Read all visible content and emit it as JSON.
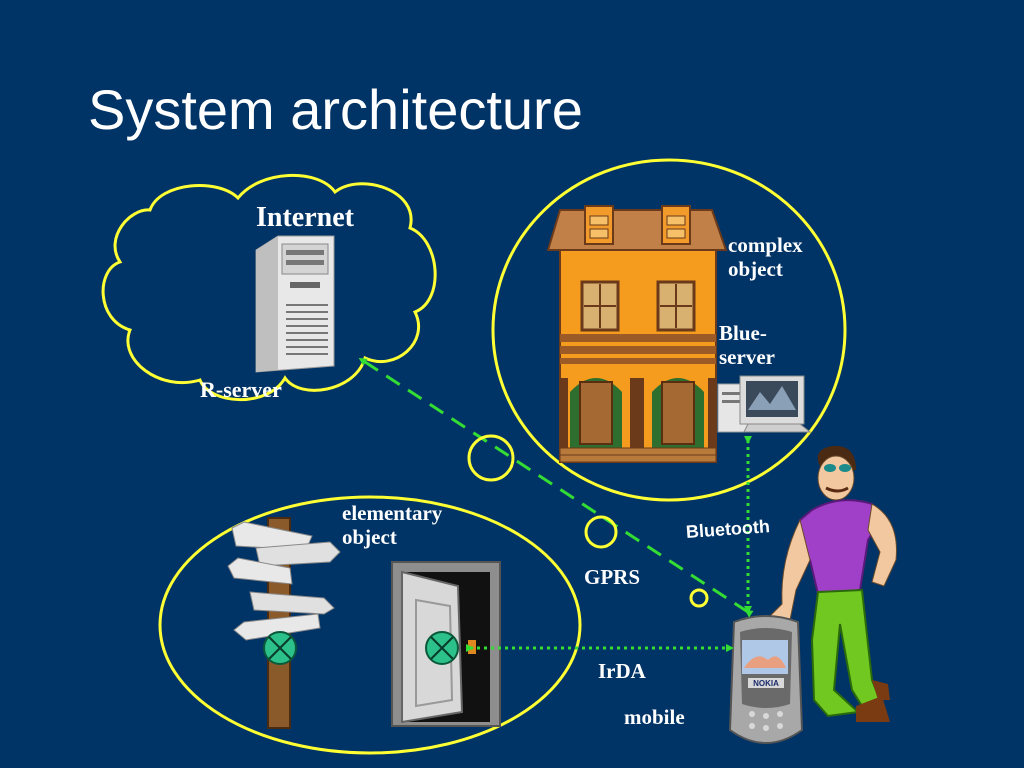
{
  "slide": {
    "title": "System architecture"
  },
  "labels": {
    "internet": "Internet",
    "r_server": "R-server",
    "complex_object_line1": "complex",
    "complex_object_line2": "object",
    "blue_server_line1": "Blue-",
    "blue_server_line2": "server",
    "elementary_object_line1": "elementary",
    "elementary_object_line2": "object",
    "gprs": "GPRS",
    "bluetooth": "Bluetooth",
    "irda": "IrDA",
    "mobile": "mobile"
  },
  "phone": {
    "brand": "NOKIA"
  },
  "colors": {
    "background": "#003366",
    "outline": "#ffff33",
    "link": "#33dd33",
    "text": "#ffffff"
  }
}
